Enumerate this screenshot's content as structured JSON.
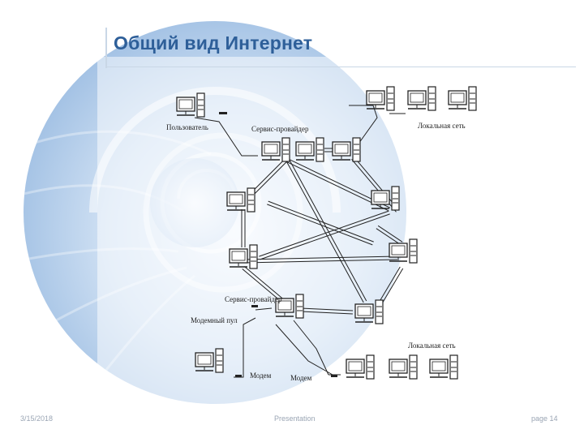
{
  "title": "Общий вид Интернет",
  "footer": {
    "date": "3/15/2018",
    "center": "Presentation",
    "page": "page 14"
  },
  "diagram": {
    "labels": {
      "user": "Пользователь",
      "provider_top": "Сервис-провайдер",
      "lan_top": "Локальная сеть",
      "provider_bottom": "Сервис-провайдер",
      "modem_pool": "Модемный пул",
      "lan_bottom": "Локальная сеть",
      "modem_left": "Модем",
      "modem_right": "Модем"
    }
  },
  "colors": {
    "title": "#2e5f99",
    "nautilus": "#b9d1ec",
    "lines": "#222222"
  }
}
